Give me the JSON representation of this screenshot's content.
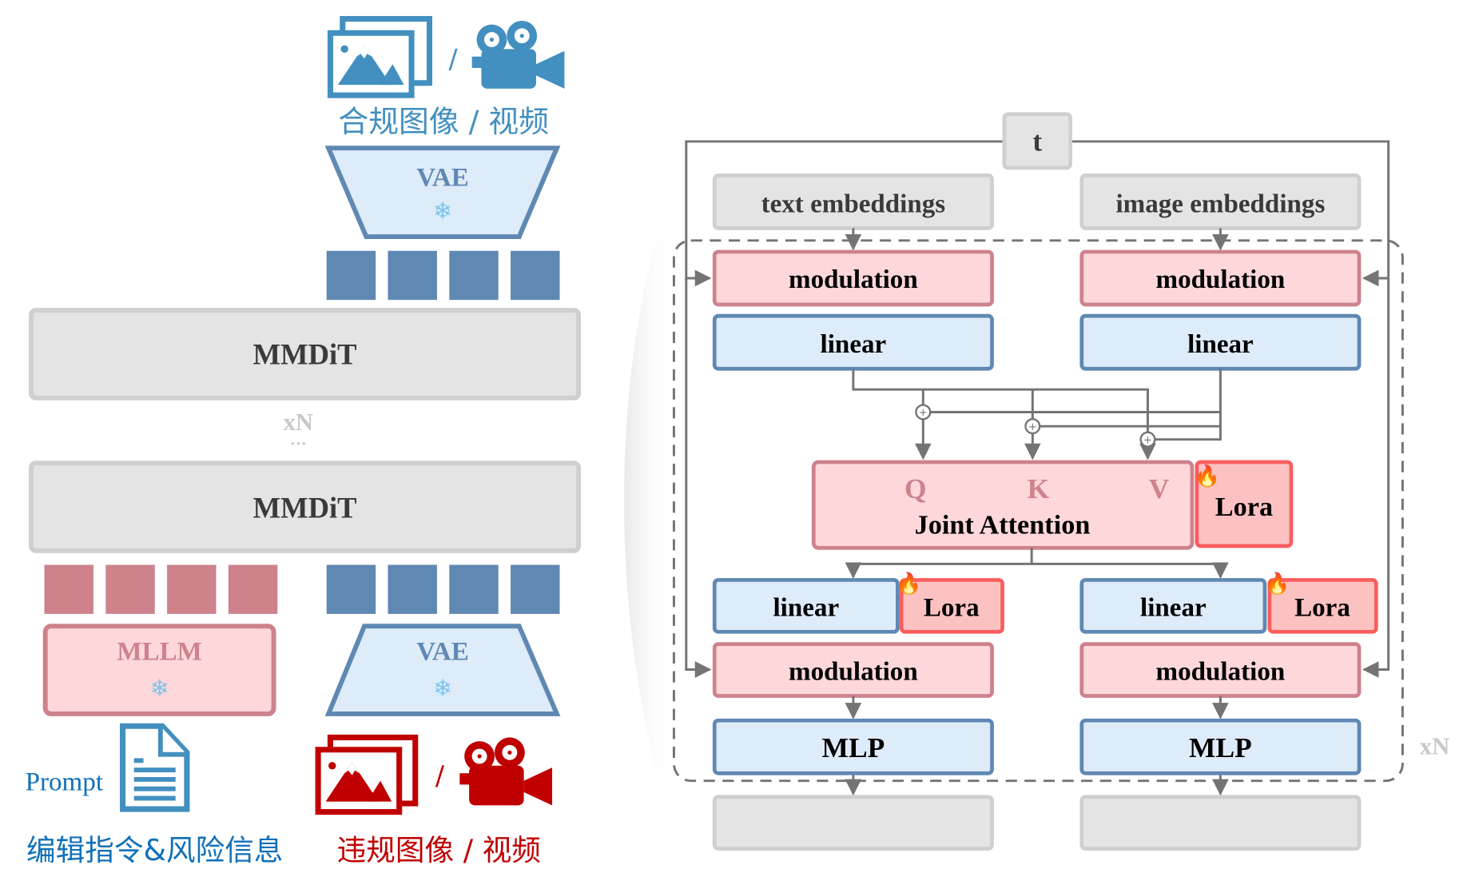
{
  "colors": {
    "blue_icon": "#428fc0",
    "red_icon": "#c00000",
    "token_blue": "#5f88b3",
    "token_red": "#cd828c",
    "vae_fill": "#deebf8",
    "vae_stroke": "#5f88b3",
    "mllm_fill": "#fdd7d9",
    "mllm_stroke": "#cd828c",
    "gray_fill": "#e5e4e5",
    "gray_stroke": "#d0cfce",
    "lora_fill": "#fcc2c2",
    "lora_stroke": "#f95d5e",
    "line": "#757373",
    "xn_text": "#c8c8c8",
    "label_dark": "#3a3a3a",
    "text_blue": "#1070b8",
    "text_red": "#c00000"
  },
  "left": {
    "output": {
      "image_icon": "image-icon",
      "video_icon": "video-camera-icon",
      "separator": "/",
      "label": "合规图像 / 视频"
    },
    "vae_top": {
      "label": "VAE",
      "frozen_icon": "snowflake-icon"
    },
    "mmdit_top": {
      "label": "MMDiT"
    },
    "repeat": {
      "label": "xN",
      "dots": "•••"
    },
    "mmdit_bottom": {
      "label": "MMDiT"
    },
    "mllm": {
      "label": "MLLM",
      "frozen_icon": "snowflake-icon"
    },
    "vae_bottom": {
      "label": "VAE",
      "frozen_icon": "snowflake-icon"
    },
    "prompt": {
      "label": "Prompt",
      "icon": "document-icon"
    },
    "input_text_label": "编辑指令&风险信息",
    "input_media": {
      "image_icon": "image-icon",
      "video_icon": "video-camera-icon",
      "separator": "/",
      "label": "违规图像 / 视频"
    },
    "token_counts": {
      "top_blue": 4,
      "bottom_red": 4,
      "bottom_blue": 4
    }
  },
  "right": {
    "t_label": "t",
    "text_embeddings": "text embeddings",
    "image_embeddings": "image embeddings",
    "modulation": "modulation",
    "linear": "linear",
    "lora": "Lora",
    "trainable_icon": "fire-icon",
    "attention": {
      "q": "Q",
      "k": "K",
      "v": "V",
      "label": "Joint Attention"
    },
    "mlp": "MLP",
    "repeat_label": "xN",
    "plus": "+"
  }
}
